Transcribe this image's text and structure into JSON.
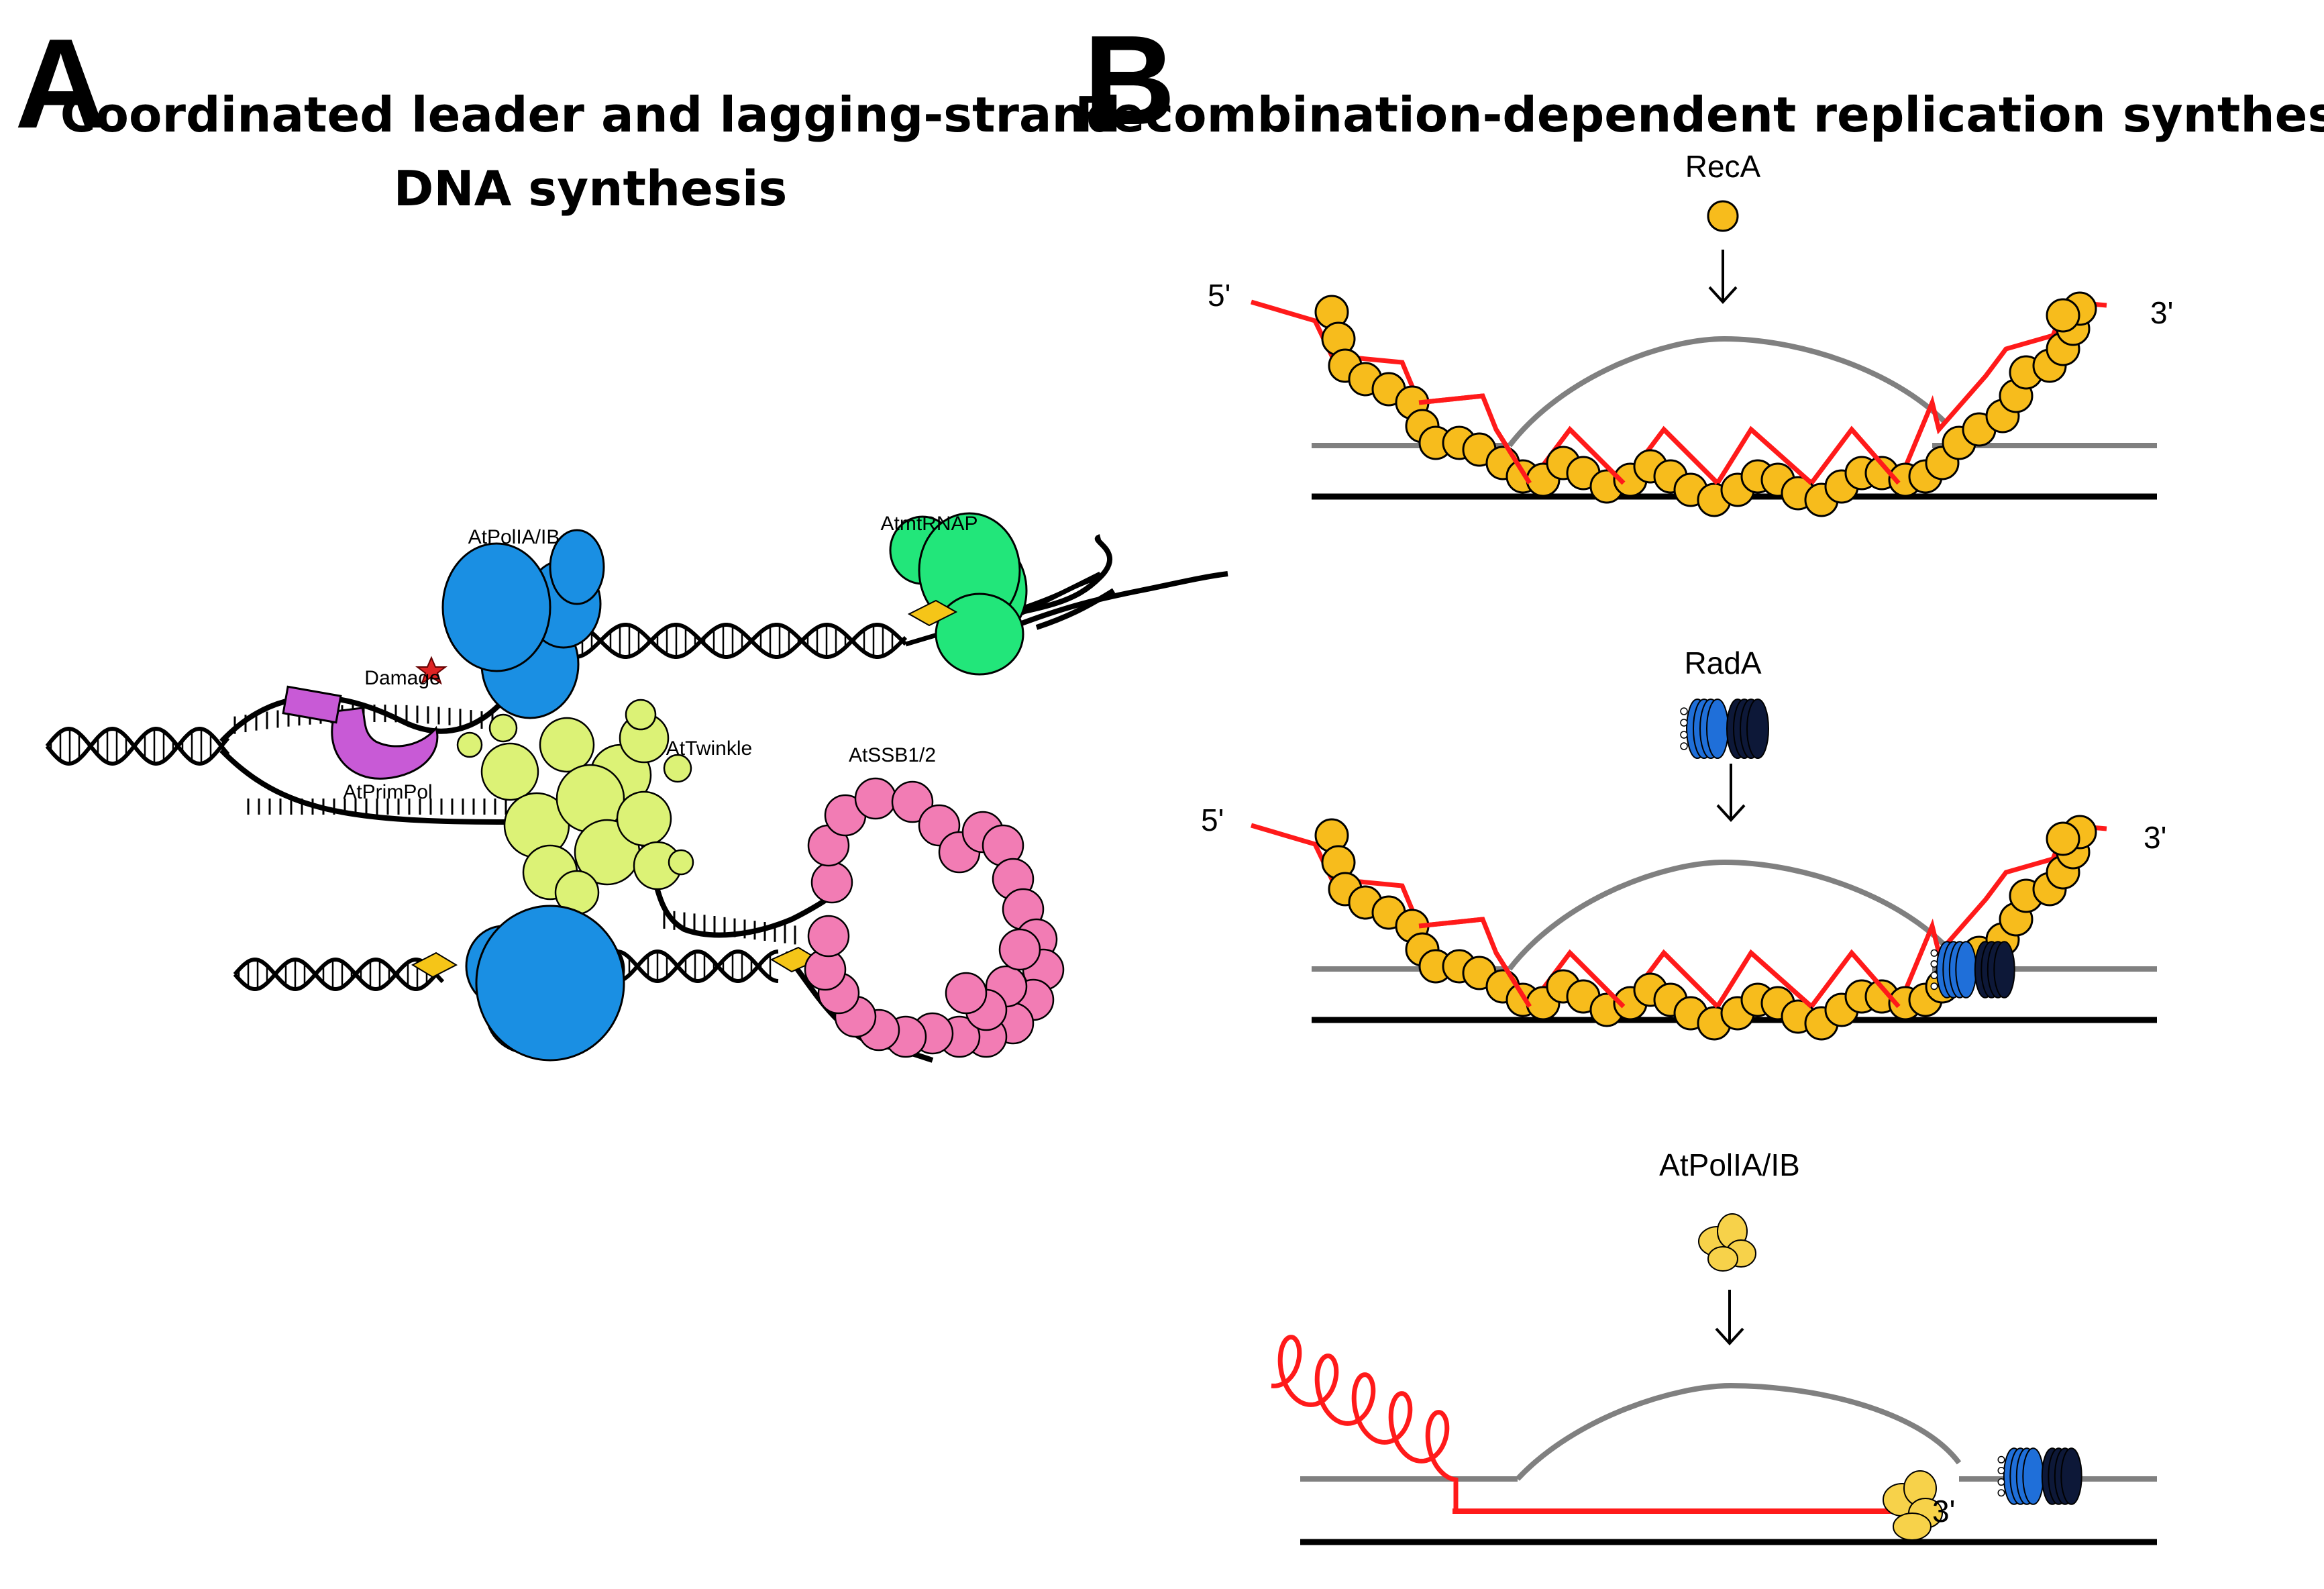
{
  "panel_a": {
    "letter": "A",
    "title_line1": "Coordinated leader and lagging-strand",
    "title_line2": "DNA synthesis",
    "labels": {
      "polymerase": "AtPolIA/IB",
      "rnap": "AtmtRNAP",
      "damage": "Damage",
      "twinkle": "AtTwinkle",
      "primpol": "AtPrimPol",
      "ssb": "AtSSB1/2"
    }
  },
  "panel_b": {
    "letter": "B",
    "title": "Recombination-dependent replication synthesis",
    "step1": {
      "protein": "RecA",
      "five_prime": "5'",
      "three_prime": "3'"
    },
    "step2": {
      "protein": "RadA",
      "five_prime": "5'",
      "three_prime": "3'"
    },
    "step3": {
      "protein": "AtPolIA/IB",
      "three_prime": "3'"
    }
  },
  "colors": {
    "polymerase": "#1a8fe3",
    "rnap": "#22e67a",
    "primpol": "#c85ad6",
    "twinkle": "#dcf276",
    "ssb": "#f27cb4",
    "reca": "#f7bc1c",
    "rada_light": "#1f6fd9",
    "rada_dark": "#0d1838",
    "ssdna_red": "#ff1a1a",
    "grey_strand": "#808080",
    "primer": "#f5c518"
  }
}
